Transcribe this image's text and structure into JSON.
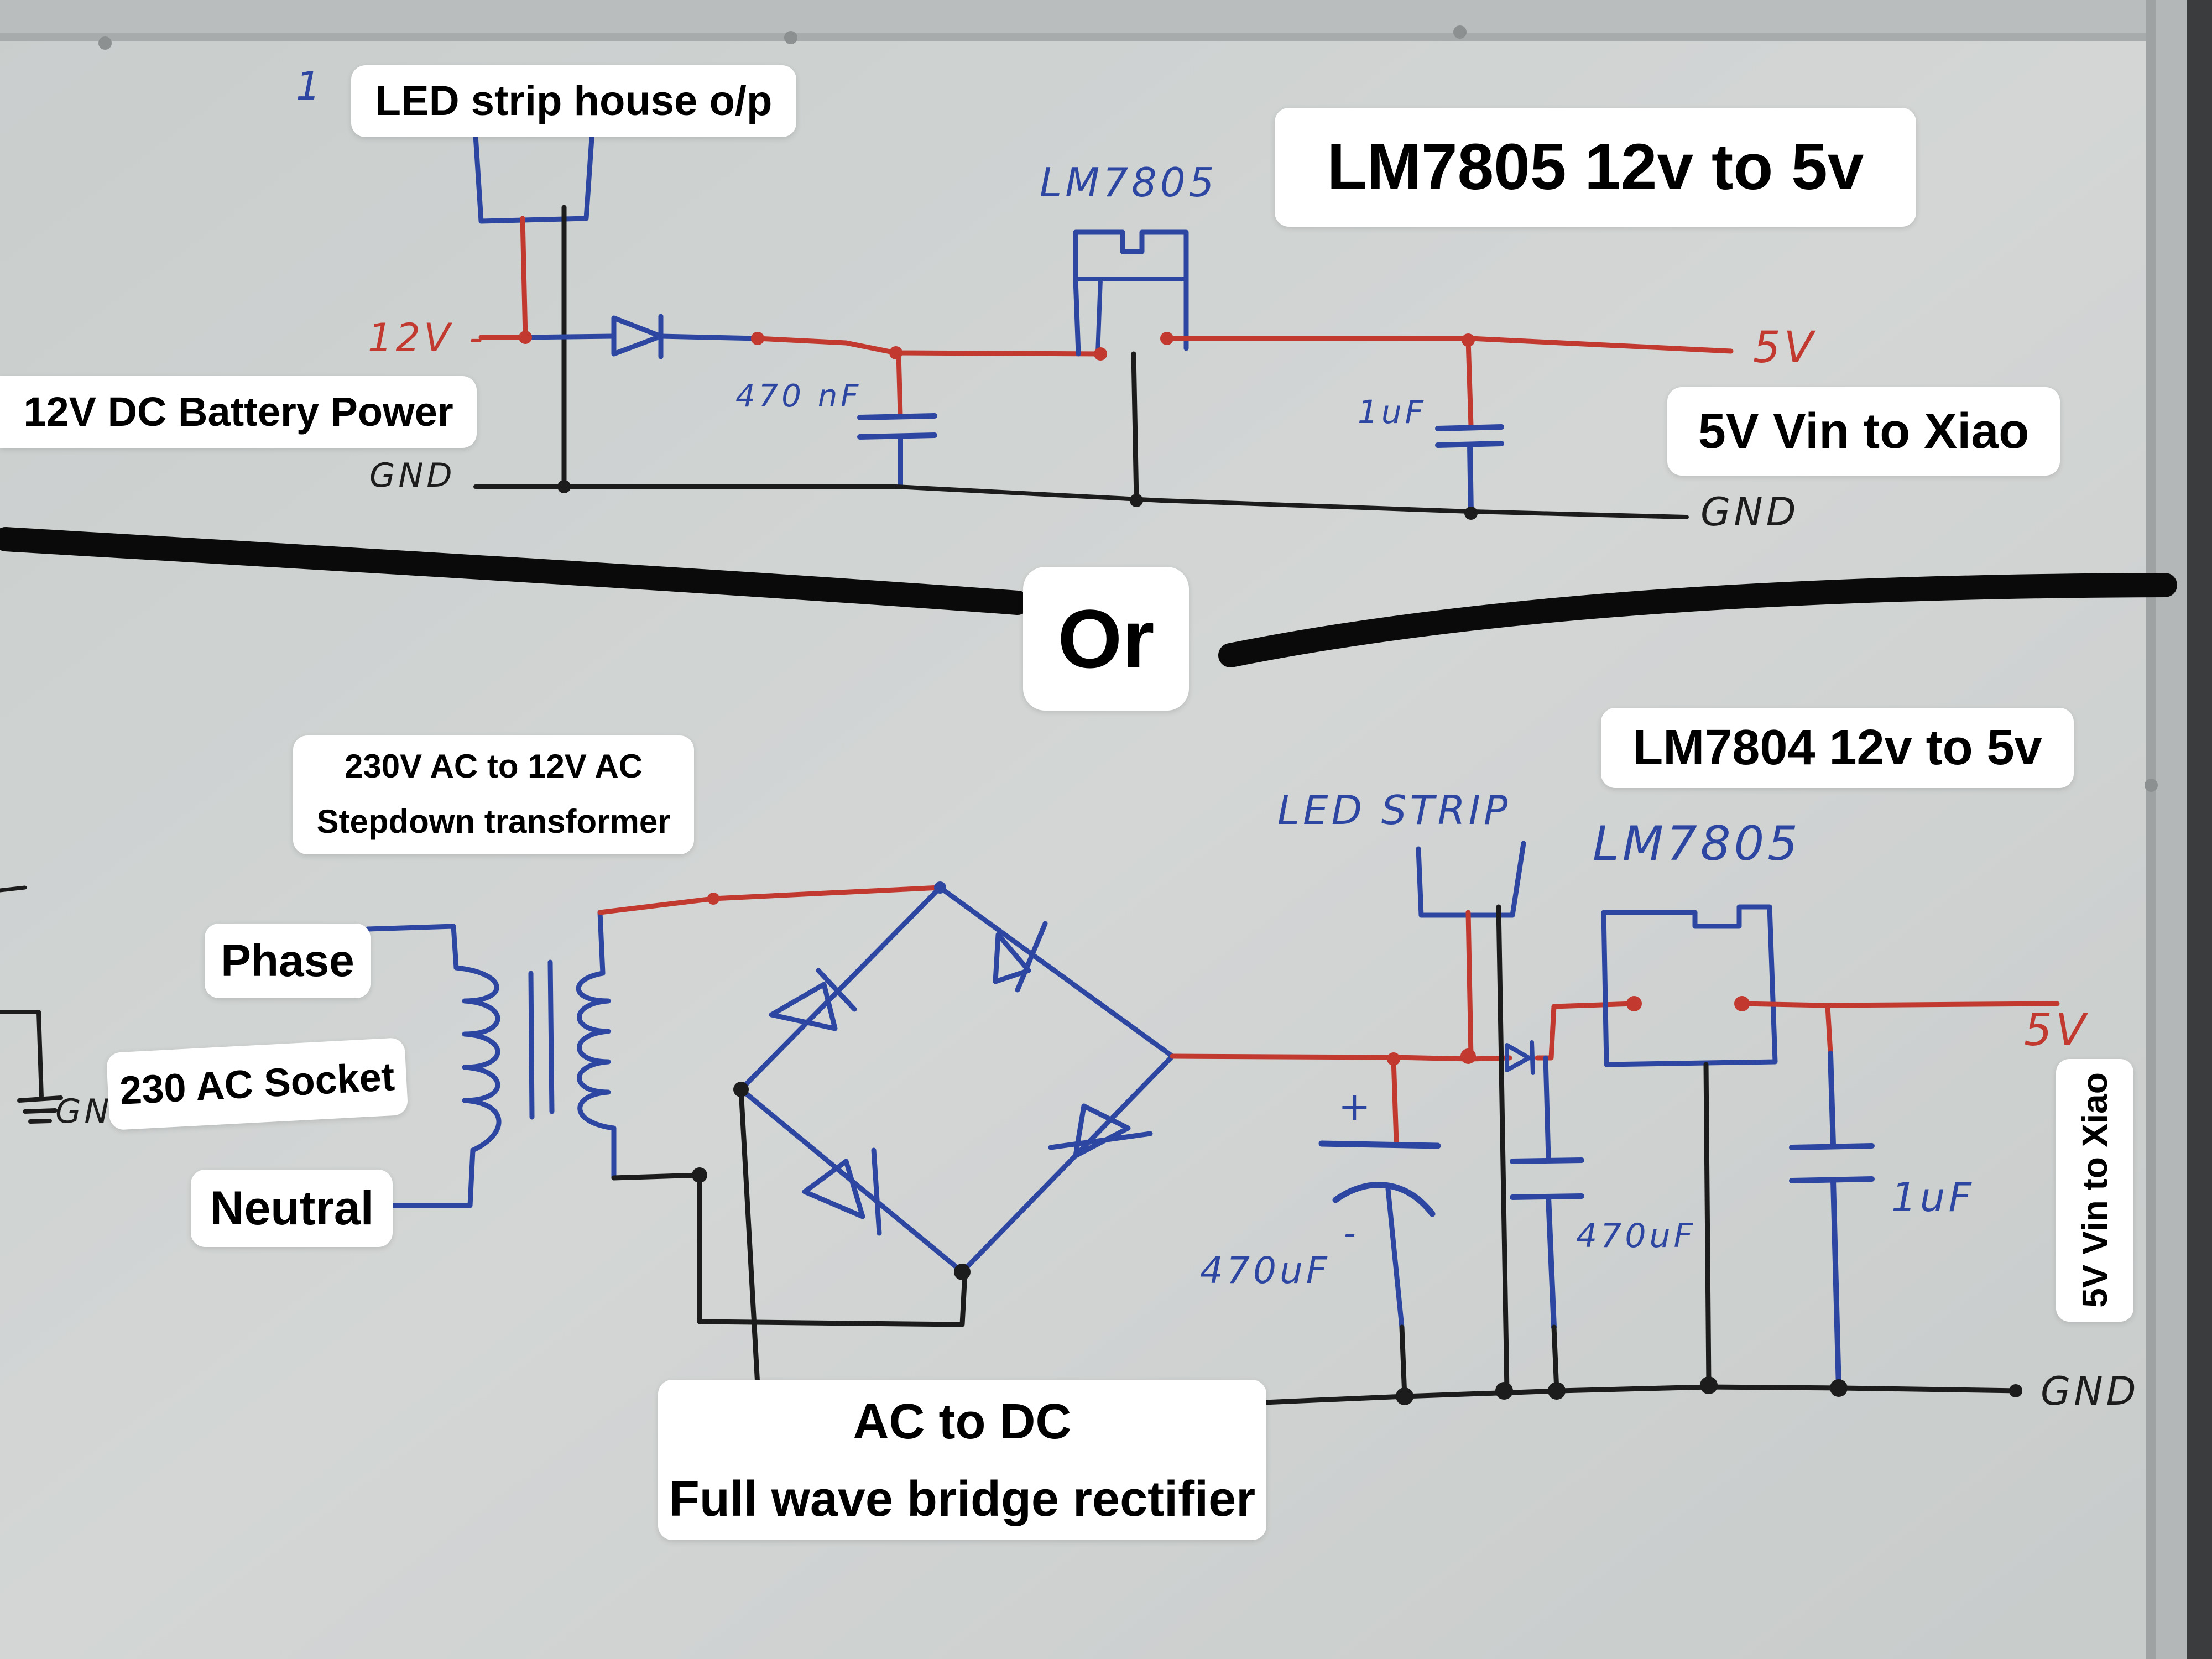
{
  "top_circuit": {
    "led_strip_label": "LED strip house o/p",
    "regulator_title": "LM7805 12v to 5v",
    "battery_label": "12V DC Battery Power",
    "vin_label": "5V Vin to Xiao",
    "hw_12v": "12V -",
    "hw_gnd_left": "GND",
    "hw_gnd_right": "GND",
    "hw_470": "470 nF",
    "hw_1uf": "1uF",
    "hw_chip": "LM7805",
    "hw_5v": "5V",
    "hw_digit": "1"
  },
  "divider_label": "Or",
  "bottom_circuit": {
    "regulator_title": "LM7804 12v to 5v",
    "transformer_line1": "230V AC to 12V AC",
    "transformer_line2": "Stepdown transformer",
    "phase_label": "Phase",
    "socket_label": "230 AC Socket",
    "neutral_label": "Neutral",
    "rectifier_line1": "AC to DC",
    "rectifier_line2": "Full wave bridge rectifier",
    "vin_label": "5V Vin to Xiao",
    "hw_led_strip": "LED STRIP",
    "hw_chip": "LM7805",
    "hw_5v": "5V",
    "hw_gnd": "GND",
    "hw_gnd_left": "GN",
    "hw_470_left": "470uF",
    "hw_470_right": "470uF",
    "hw_1uf": "1uF",
    "hw_plus": "+",
    "hw_minus": "-"
  },
  "colors": {
    "board": "#cfd3d2",
    "red_wire": "#c2392f",
    "blue_wire": "#2c46a2",
    "black_wire": "#1c1c1c",
    "label_bg": "#ffffff"
  }
}
